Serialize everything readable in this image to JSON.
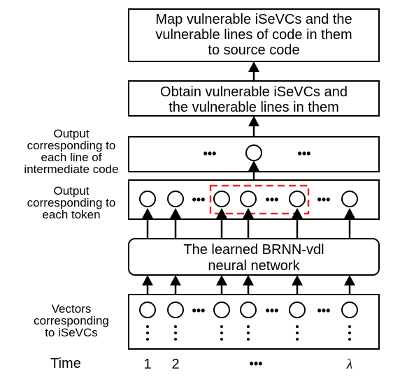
{
  "boxes": {
    "map": [
      "Map vulnerable iSeVCs and the",
      "vulnerable lines of code in them",
      "to source code"
    ],
    "obtain": [
      "Obtain vulnerable iSeVCs and",
      "the vulnerable lines in them"
    ],
    "brnn": [
      "The learned BRNN-vdl",
      "neural network"
    ]
  },
  "labels": {
    "output_line": [
      "Output",
      "corresponding to",
      "each line of",
      "intermediate code"
    ],
    "output_token": [
      "Output",
      "corresponding to",
      "each token"
    ],
    "vectors": [
      "Vectors",
      "corresponding",
      "to iSeVCs"
    ],
    "time": "Time"
  },
  "ellipsis": "•••",
  "time_ticks": [
    "1",
    "2",
    "•••",
    "λ"
  ],
  "colors": {
    "highlight": "#e8262b",
    "stroke": "#000000"
  }
}
